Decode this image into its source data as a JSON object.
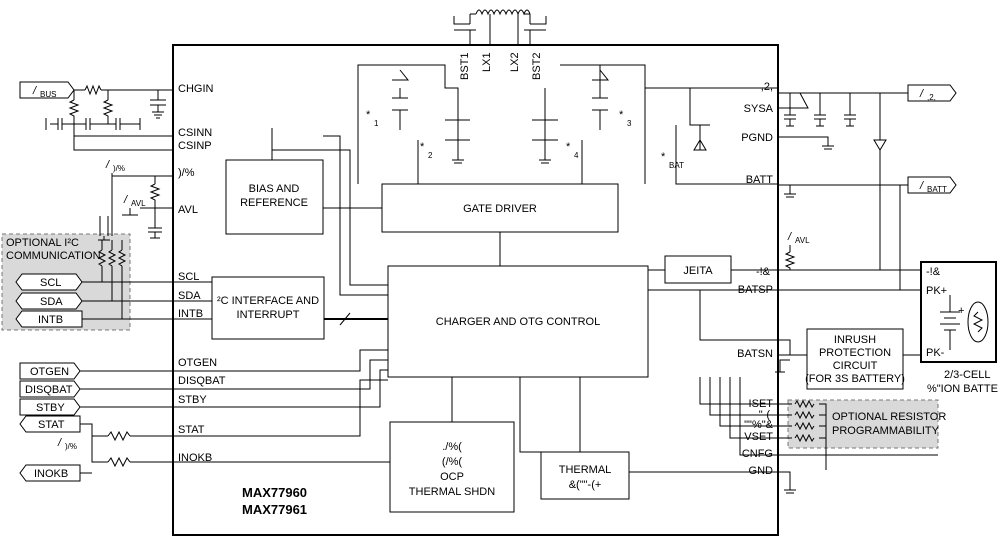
{
  "diagram": {
    "chip": {
      "part1": "MAX77960",
      "part2": "MAX77961"
    },
    "left_pins": {
      "chgin": "CHGIN",
      "csinn": "CSINN",
      "csinp": "CSINP",
      "pvl": ")/%",
      "avl": "AVL",
      "scl": "SCL",
      "sda": "SDA",
      "intb": "INTB",
      "otgen": "OTGEN",
      "disqbat": "DISQBAT",
      "stby": "STBY",
      "stat": "STAT",
      "inokb": "INOKB"
    },
    "top_pins": {
      "bst1": "BST1",
      "lx1": "LX1",
      "lx2": "LX2",
      "bst2": "BST2"
    },
    "right_pins": {
      "sys": ",2,",
      "sysa": "SYSA",
      "pgnd": "PGND",
      "batt": "BATT",
      "thm": "-!&",
      "batsp": "BATSP",
      "batsn": "BATSN",
      "iset": "ISET",
      "itopoff": "\"-(",
      "vsetp": "\"\"%\"&",
      "vset": "VSET",
      "cnfg": "CNFG",
      "gnd": "GND"
    },
    "blocks": {
      "bias": "BIAS AND REFERENCE",
      "gate": "GATE DRIVER",
      "i2c": "²C INTERFACE AND INTERRUPT",
      "charger": "CHARGER AND OTG CONTROL",
      "jeita": "JEITA",
      "ocp_l1": "./%(",
      "ocp_l2": "(/%(",
      "ocp_l3": "OCP",
      "ocp_l4": "THERMAL SHDN",
      "thermal_l1": "THERMAL",
      "thermal_l2": "&(\"\"-(+",
      "inrush_l1": "INRUSH",
      "inrush_l2": "PROTECTION",
      "inrush_l3": "CIRCUIT",
      "inrush_l4": "(FOR 3S BATTERY)"
    },
    "external": {
      "vbus": "/",
      "vbus_sub": "BUS",
      "vsys": "/",
      "vsys_sub": ",2,",
      "vbatt": "/",
      "vbatt_sub": "BATT",
      "vpvl": "/",
      "vpvl_sub": ")/%",
      "vavl": "/",
      "vavl_sub": "AVL",
      "vavl2": "/",
      "vavl2_sub": "AVL",
      "vio": "/",
      "vio_sub": ")/%",
      "opt_i2c_l1": "OPTIONAL I²C",
      "opt_i2c_l2": "COMMUNICATION",
      "opt_res_l1": "OPTIONAL RESISTOR",
      "opt_res_l2": "PROGRAMMABILITY",
      "batt_l1": "2/3-CELL",
      "batt_l2": "%\"ION BATTERY",
      "pk_thm": "-!&",
      "pk_plus": "PK+",
      "pk_minus": "PK-",
      "plus": "+"
    },
    "signals": {
      "scl": "SCL",
      "sda": "SDA",
      "intb": "INTB",
      "otgen": "OTGEN",
      "disqbat": "DISQBAT",
      "stby": "STBY",
      "stat": "STAT",
      "inokb": "INOKB"
    },
    "fets": {
      "q1": "*",
      "q1_sub": "1",
      "q2": "*",
      "q2_sub": "2",
      "q3": "*",
      "q3_sub": "3",
      "q4": "*",
      "q4_sub": "4",
      "qbat": "*",
      "qbat_sub": "BAT"
    }
  }
}
